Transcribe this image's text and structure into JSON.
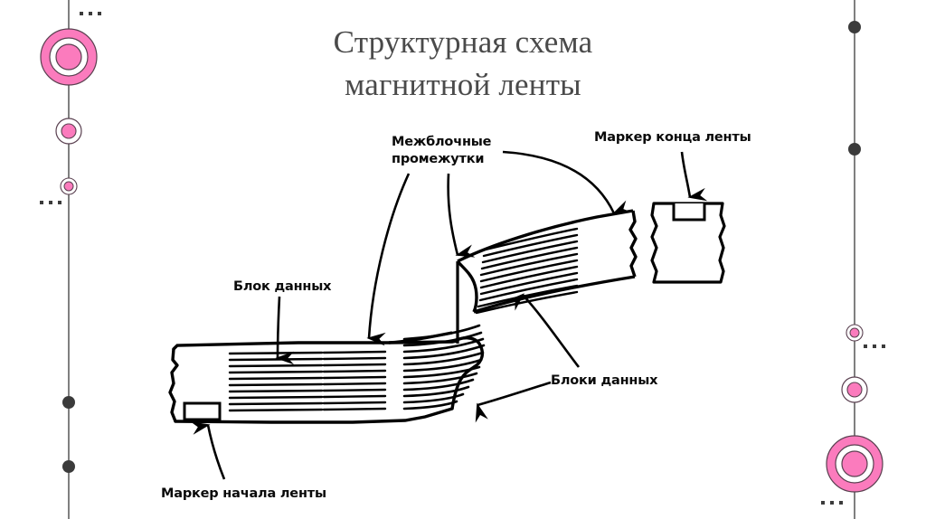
{
  "slide": {
    "title": "Структурная схема\nмагнитной ленты",
    "background_color": "#ffffff",
    "title_color": "#4a4a4a",
    "ink_color": "#000000",
    "accent_color": "#fb7bbd",
    "deco_line_color": "#3b3b3b"
  },
  "diagram": {
    "type": "magnetic-tape-structure",
    "labels": {
      "interblock_gaps": "Межблочные\nпромежутки",
      "end_of_tape_marker": "Маркер конца ленты",
      "data_block": "Блок данных",
      "data_blocks": "Блоки данных",
      "start_of_tape_marker": "Маркер начала ленты"
    },
    "annotations": {
      "gap_arrow_count": 3,
      "lower_block_hatch_lines": 11,
      "fold_hatch_lines": 12,
      "upper_block_hatch_lines": 11
    }
  },
  "decoration": {
    "left": {
      "ellipsis_top": "...",
      "ellipsis_bottom": "...",
      "circle_sizes": [
        38,
        17,
        9
      ],
      "dot_count": 2
    },
    "right": {
      "ellipsis_top": "...",
      "ellipsis_bottom": "...",
      "circle_sizes": [
        9,
        17,
        38
      ],
      "dot_count": 2
    }
  }
}
